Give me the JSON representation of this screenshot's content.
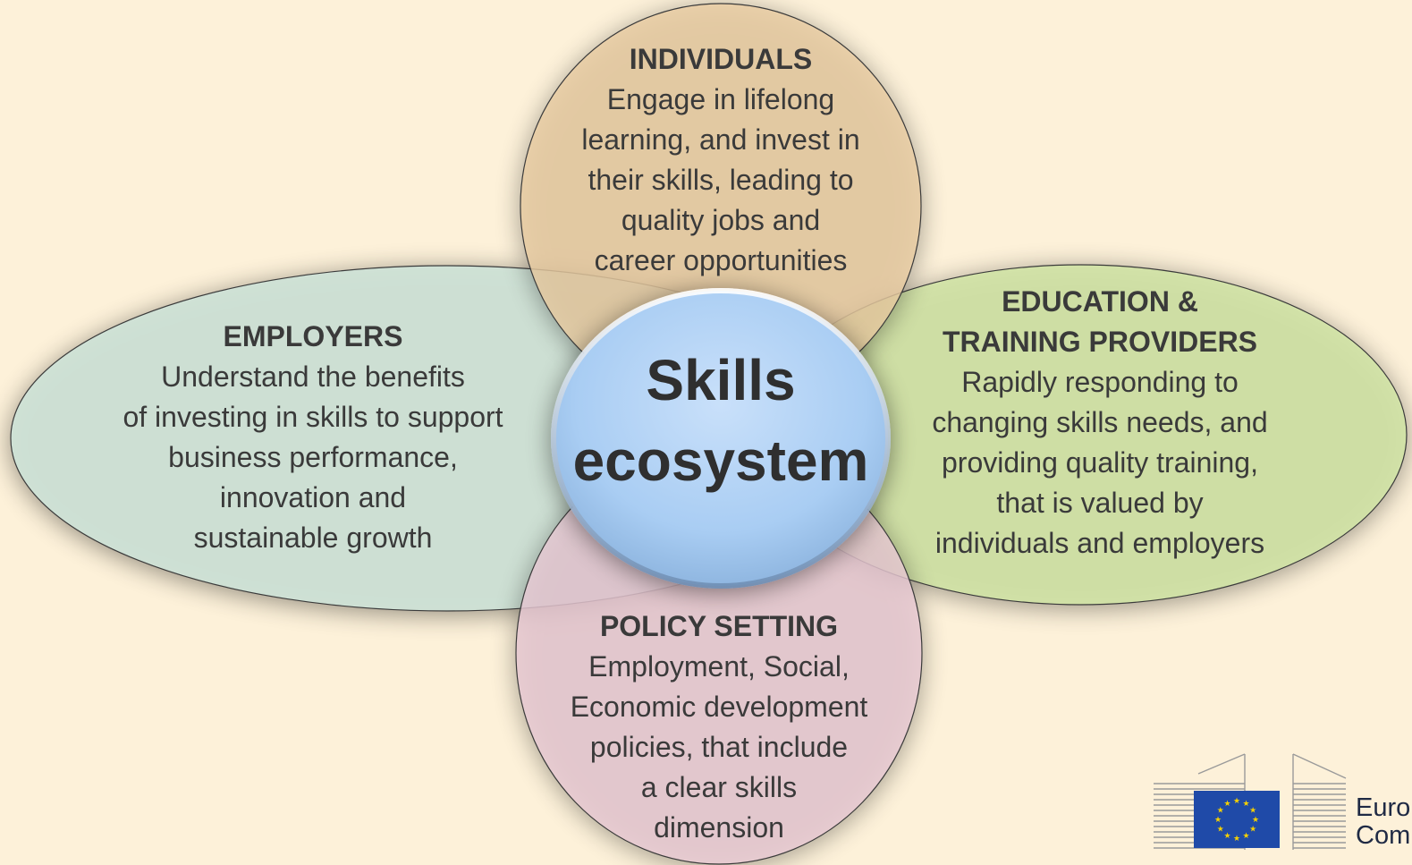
{
  "diagram": {
    "center": {
      "line1": "Skills",
      "line2": "ecosystem"
    },
    "individuals": {
      "heading": "INDIVIDUALS",
      "lines": [
        "Engage in lifelong",
        "learning, and invest in",
        "their skills, leading to",
        "quality jobs and",
        "career opportunities"
      ]
    },
    "employers": {
      "heading": "EMPLOYERS",
      "lines": [
        "Understand the benefits",
        "of investing in skills to support",
        "business performance,",
        "innovation and",
        "sustainable growth"
      ]
    },
    "education": {
      "heading1": "EDUCATION &",
      "heading2": "TRAINING PROVIDERS",
      "lines": [
        "Rapidly responding to",
        "changing skills needs, and",
        "providing quality training,",
        "that is valued by",
        "individuals and employers"
      ]
    },
    "policy": {
      "heading": "POLICY SETTING",
      "lines": [
        "Employment, Social,",
        "Economic development",
        "policies, that include",
        "a clear skills",
        "dimension"
      ]
    }
  },
  "logo": {
    "line1": "Euro",
    "line2": "Com"
  },
  "colors": {
    "background": "#fdf1d9",
    "individuals_fill": "#e8caa0",
    "employers_fill": "#cde2d6",
    "education_fill": "#cfe3a3",
    "policy_fill": "#e8c8d4",
    "center_fill": "#a8ccf2",
    "eu_blue": "#1f4aa8",
    "eu_star": "#f5d000"
  }
}
